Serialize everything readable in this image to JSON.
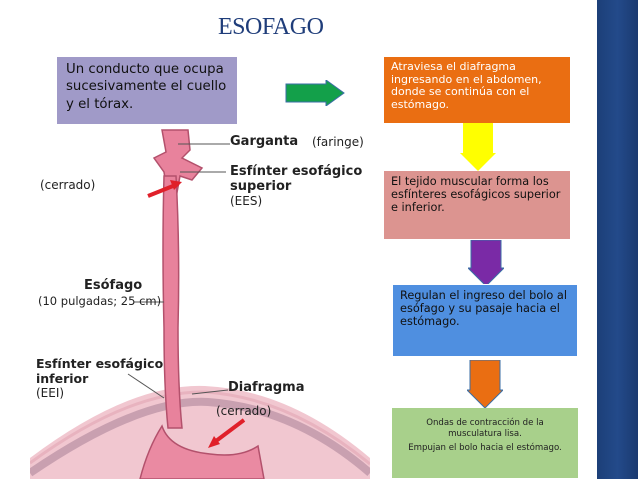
{
  "title": "ESOFAGO",
  "intro": {
    "text": "Un conducto que ocupa sucesivamente el cuello y el tórax."
  },
  "steps": [
    {
      "text": "Atraviesa el diafragma ingresando en el abdomen, donde se continúa con el estómago.",
      "color": "#ea6e12"
    },
    {
      "text": "El tejido muscular forma los esfínteres esofágicos superior e inferior.",
      "color": "#dc9490"
    },
    {
      "text": "Regulan el ingreso del bolo al esófago y su pasaje hacia el estómago.",
      "color": "#4f8fe0"
    },
    {
      "line1": "Ondas de contracción de la musculatura lisa.",
      "line2": "Empujan el bolo hacia el estómago.",
      "color": "#a8d08b"
    }
  ],
  "arrows": {
    "right": "#13a04a",
    "down1": "#ffff00",
    "down2": "#7a2aa6",
    "down3": "#ea6e12"
  },
  "diagram": {
    "garganta": "Garganta",
    "faringe": "(faringe)",
    "cerrado_top": "(cerrado)",
    "ees_1": "Esfínter esofágico",
    "ees_2": "superior",
    "ees_3": "(EES)",
    "esofago": "Esófago",
    "esofago_len": "(10 pulgadas; 25 cm)",
    "eei_1": "Esfínter esofágico",
    "eei_2": "inferior",
    "eei_3": "(EEI)",
    "diafragma": "Diafragma",
    "cerrado_bottom": "(cerrado)"
  },
  "colors": {
    "band": "#1c3f78",
    "title": "#1f3d7a",
    "esophagus": "#e8829c",
    "pointer": "#e0202a"
  }
}
